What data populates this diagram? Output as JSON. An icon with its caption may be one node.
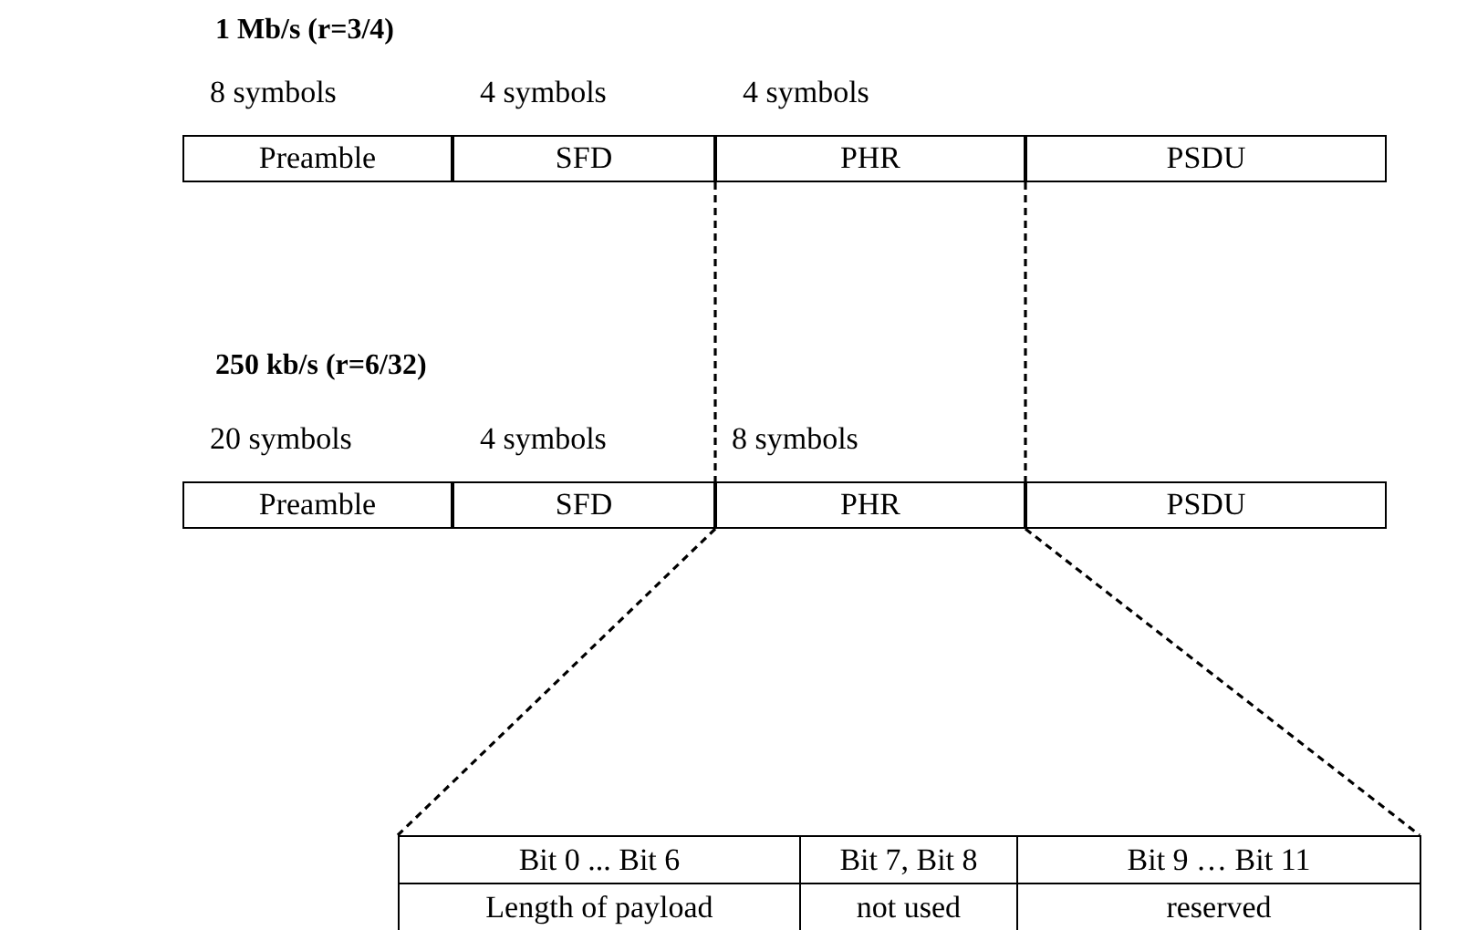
{
  "diagram": {
    "nodes": [
      {
        "text": [
          "Preamble"
        ],
        "beside": [
          "8 symbols"
        ]
      },
      {
        "text": [
          "SFD"
        ],
        "beside": [
          "4 symbols"
        ]
      },
      {
        "text": [
          "PHR"
        ],
        "beside": [
          "4 symbols"
        ]
      },
      {
        "text": [
          "PSDU"
        ]
      },
      {
        "text": [
          "Preamble"
        ],
        "beside": [
          "20 symbols"
        ]
      },
      {
        "text": [
          "SFD"
        ],
        "beside": [
          "4 symbols"
        ]
      },
      {
        "text": [
          "PHR"
        ],
        "beside": [
          "8 symbols"
        ]
      },
      {
        "text": [
          "PSDU"
        ]
      },
      {
        "text": [],
        "shape": "box"
      },
      {
        "text": [
          "Bit 0 ... Bit 6"
        ],
        "in": 8
      },
      {
        "text": [
          "Bit 7, Bit 8"
        ],
        "in": 8
      },
      {
        "text": [
          "Bit 9 … Bit 11"
        ],
        "in": 8
      },
      {
        "text": [
          "Length of payload"
        ],
        "in": 8
      },
      {
        "text": [
          "not used"
        ],
        "in": 8
      },
      {
        "text": [
          "reserved"
        ],
        "in": 8
      }
    ],
    "edges": [
      {
        "from": 2,
        "to": 6,
        "arrow": "none",
        "style": "dashed"
      },
      {
        "from": 2,
        "to": 6,
        "arrow": "none",
        "style": "dashed"
      },
      {
        "from": 6,
        "to": 8,
        "arrow": "none",
        "style": "dashed"
      },
      {
        "from": 6,
        "to": 8,
        "arrow": "none",
        "style": "dashed"
      }
    ],
    "labels": [
      "1 Mb/s (r=3/4)",
      "250 kb/s (r=6/32)"
    ]
  }
}
